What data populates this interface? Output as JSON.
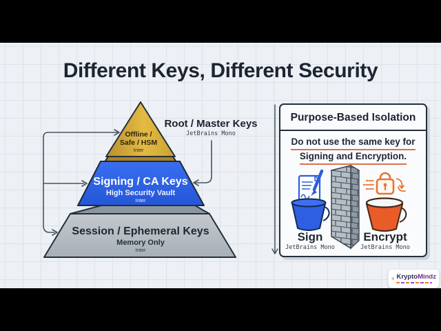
{
  "slide": {
    "title": "Different Keys, Different Security"
  },
  "pyramid": {
    "annotation": {
      "label": "Root / Master Keys",
      "font_note": "JetBrains Mono"
    },
    "tiers": [
      {
        "id": "root",
        "line1": "Offline /",
        "line2": "Safe / HSM",
        "font_note": "Inter"
      },
      {
        "id": "signing",
        "title": "Signing / CA Keys",
        "subtitle": "High Security Vault",
        "font_note": "Inter"
      },
      {
        "id": "session",
        "title": "Session / Ephemeral Keys",
        "subtitle": "Memory Only",
        "font_note": "Inter"
      }
    ]
  },
  "panel": {
    "title": "Purpose-Based Isolation",
    "warning": {
      "line1": "Do not use the same key for",
      "line2": "Signing and Encryption."
    },
    "figures": [
      {
        "label": "Sign",
        "font_note": "JetBrains Mono",
        "icon": "document-pen-bucket"
      },
      {
        "label": "Encrypt",
        "font_note": "JetBrains Mono",
        "icon": "padlock-bucket"
      }
    ],
    "divider_icon": "brick-wall"
  },
  "logo": {
    "brand_primary": "Krypto",
    "brand_secondary": "Mindz"
  },
  "colors": {
    "gold": "#d2a237",
    "gold-dark": "#ab8124",
    "blue": "#2d62e6",
    "gray": "#b2bac0",
    "gray-band": "#8b96a0",
    "ink": "#232e3b",
    "underline": "#d9714e",
    "doc-blue": "#2b5fdc",
    "bucket-blue": "#2e5fe2",
    "bucket-orange": "#e95b28",
    "lock-orange": "#e87430",
    "brand-purple": "#6b2f8f",
    "brand-orange": "#f07c1e"
  }
}
